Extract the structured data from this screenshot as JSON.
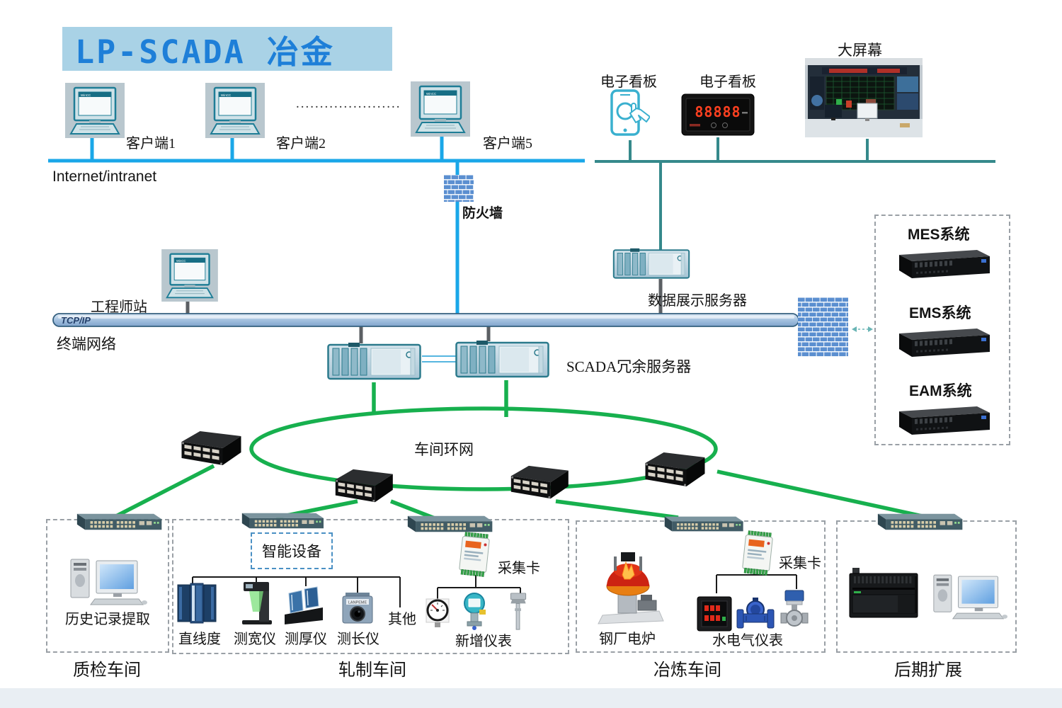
{
  "title": {
    "text": "LP-SCADA 冶金"
  },
  "colors": {
    "blue_line": "#1aa7e8",
    "teal_line": "#35898b",
    "green_line": "#17b04e",
    "title_color": "#1e7fd8",
    "title_bg": "#a9d2e6",
    "brick": "#5b8fd0"
  },
  "top": {
    "wincc": "WinCC",
    "clients": [
      {
        "label": "客户端1"
      },
      {
        "label": "客户端2"
      },
      {
        "label": "客户端5"
      }
    ],
    "dots": "......................",
    "internet_label": "Internet/intranet",
    "kanban_phone_label": "电子看板",
    "kanban_led_label": "电子看板",
    "led_digits": "88888",
    "big_screen_label": "大屏幕"
  },
  "middle": {
    "firewall_label": "防火墙",
    "engineer_label": "工程师站",
    "tcpip_label": "TCP/IP",
    "terminal_network_label": "终端网络",
    "data_display_label": "数据展示服务器",
    "scada_label": "SCADA冗余服务器",
    "ring_label": "车间环网",
    "enterprise": [
      {
        "label": "MES系统"
      },
      {
        "label": "EMS系统"
      },
      {
        "label": "EAM系统"
      }
    ]
  },
  "workshops": {
    "quality": {
      "name": "质检车间",
      "history_label": "历史记录提取"
    },
    "rolling": {
      "name": "轧制车间",
      "smart_label": "智能设备",
      "devices": [
        "直线度",
        "测宽仪",
        "测厚仪",
        "测长仪"
      ],
      "other_label": "其他",
      "capture_label": "采集卡",
      "new_inst_label": "新增仪表",
      "camera_brand": "LANPEME"
    },
    "smelting": {
      "name": "冶炼车间",
      "furnace_label": "钢厂电炉",
      "capture_label": "采集卡",
      "meters_label": "水电气仪表"
    },
    "expansion": {
      "name": "后期扩展"
    }
  }
}
